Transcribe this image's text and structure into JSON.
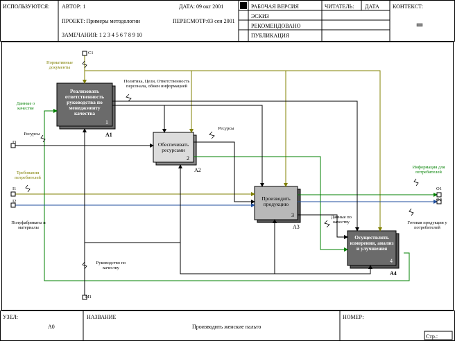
{
  "header": {
    "used_at_label": "ИСПОЛЬЗУЮТСЯ:",
    "author": "АВТОР:  1",
    "date": "ДАТА: 09 окт 2001",
    "project": "ПРОЕКТ:   Примеры методологии",
    "revision": "ПЕРЕСМОТР:03 сен 2001",
    "notes": "ЗАМЕЧАНИЯ: 1 2 3 4 5 6 7 8 9 10",
    "status_working": "РАБОЧАЯ ВЕРСИЯ",
    "status_draft": "ЭСКИЗ",
    "status_recommended": "РЕКОМЕНДОВАНО",
    "status_publication": "ПУБЛИКАЦИЯ",
    "reader": "ЧИТАТЕЛЬ:",
    "reader_date": "ДАТА",
    "context": "КОНТЕКСТ:"
  },
  "footer": {
    "node_label": "УЗЕЛ:",
    "node_value": "А0",
    "name_label": "НАЗВАНИЕ",
    "name_value": "Производить женские пальто",
    "number_label": "НОМЕР:",
    "page_label": "Стр.:"
  },
  "blocks": [
    {
      "label": "Реализовать ответственность руководства по менеджменту качества",
      "num": "1",
      "id": "А1"
    },
    {
      "label": "Обеспечивать ресурсами",
      "num": "2",
      "id": "А2"
    },
    {
      "label": "Производить продукцию",
      "num": "3",
      "id": "А3"
    },
    {
      "label": "Осуществлять измерения, анализ и улучшения",
      "num": "4",
      "id": "А4"
    }
  ],
  "arrows": {
    "normative_docs": "Нормативные документы",
    "quality_data": "Данные о качестве",
    "resources_1": "Ресурсы",
    "resources_2": "Ресурсы",
    "customer_reqs": "Требования потребителей",
    "policy": "Политика, Цели, Ответственность персонала, обмен информацией",
    "measurements": "Данные по качеству",
    "materials": "Полуфабрикаты и материалы",
    "management": "Руководство по качеству",
    "customer_info": "Информация для потребителей",
    "finished_products": "Готовая продукция у потребителей"
  },
  "tunnels": {
    "c1": "C1",
    "i1": "I1",
    "i2": "I2",
    "i3": "I3",
    "m1": "M1",
    "o1": "O1",
    "o2": "O2"
  },
  "colors": {
    "olive": "#808000",
    "green": "#008000",
    "blue": "#1f4e9c",
    "black": "#000000",
    "block_dark": "#6b6b6b",
    "block_light": "#dcdcdc",
    "block_mid": "#b8b8b8"
  }
}
